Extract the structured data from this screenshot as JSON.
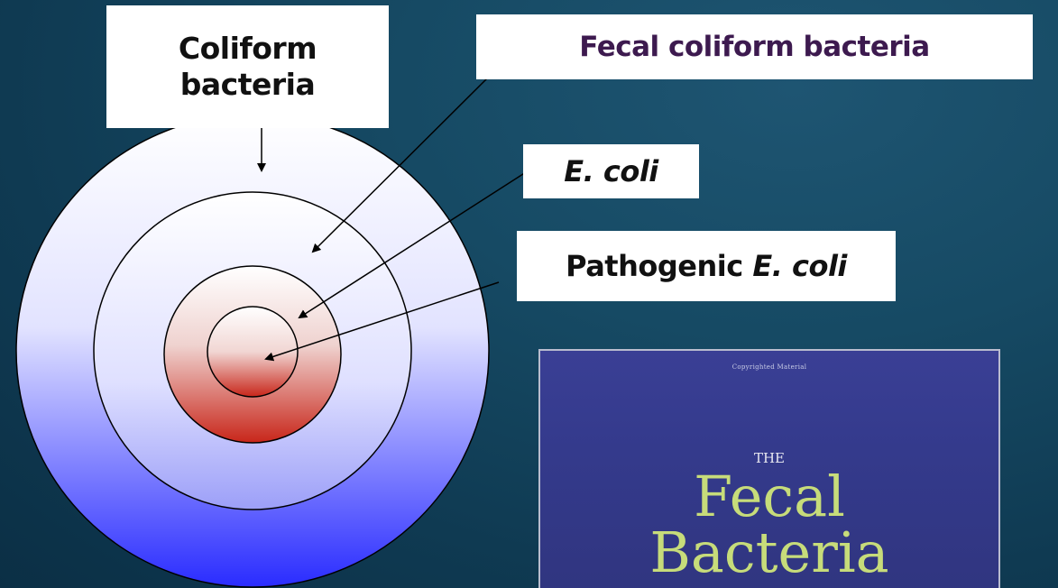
{
  "diagram": {
    "rings": [
      {
        "name": "coliform-ring",
        "fill_top": "#ffffff",
        "fill_bottom": "#2a2cff"
      },
      {
        "name": "fecal-coliform-ring",
        "fill_top": "#ffffff",
        "fill_bottom": "#c6c8ff"
      },
      {
        "name": "ecoli-ring",
        "fill_top": "#ffffff",
        "fill_bottom": "#c8261a"
      },
      {
        "name": "pathogenic-ecoli-ring",
        "fill_top": "#ffffff",
        "fill_bottom": "#c8261a"
      }
    ],
    "labels": {
      "coliform_line1": "Coliform",
      "coliform_line2": "bacteria",
      "fecal": "Fecal coliform bacteria",
      "ecoli": "E. coli",
      "pathogenic_prefix": "Pathogenic ",
      "pathogenic_italic": "E. coli"
    },
    "colors": {
      "background": "#164a64",
      "fecal_label_text": "#3d1a4f",
      "arrow": "#000000"
    }
  },
  "book": {
    "topline": "Copyrighted Material",
    "the": "THE",
    "title_line1": "Fecal",
    "title_line2": "Bacteria",
    "cover_color": "#343a8c",
    "title_color": "#c7dc7a"
  }
}
